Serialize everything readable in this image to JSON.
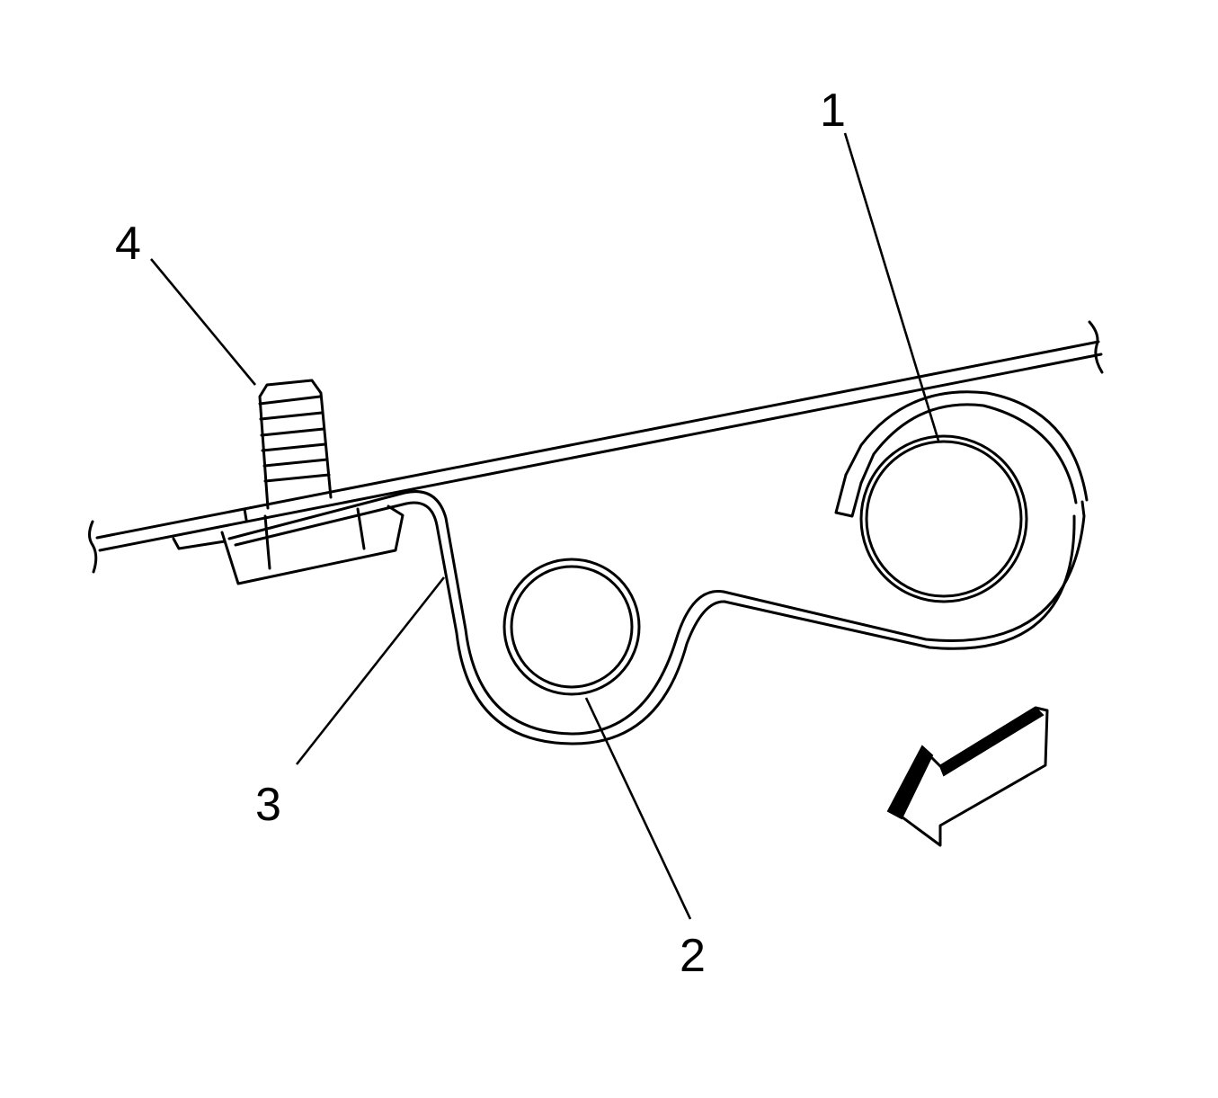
{
  "figure": {
    "callouts": [
      {
        "id": "1",
        "label": "1"
      },
      {
        "id": "2",
        "label": "2"
      },
      {
        "id": "3",
        "label": "3"
      },
      {
        "id": "4",
        "label": "4"
      }
    ],
    "direction_arrow_icon": "view-direction-arrow-icon"
  },
  "colors": {
    "line": "#000000",
    "background": "#ffffff"
  }
}
